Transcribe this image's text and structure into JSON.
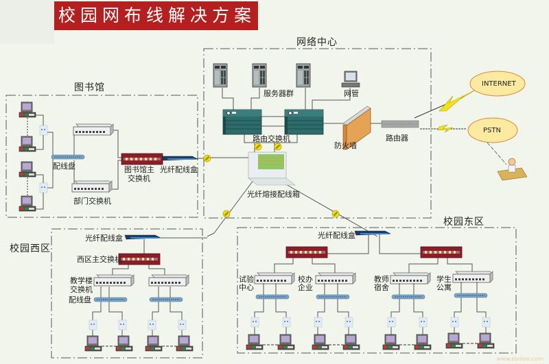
{
  "title": "校园网布线解决方案",
  "zones": {
    "network_center": "网络中心",
    "library": "图书馆",
    "west_campus": "校园西区",
    "east_campus": "校园东区"
  },
  "network_center": {
    "server_group": "服务器群",
    "net_mgmt": "网管",
    "route_switch": "路由交换机",
    "firewall": "防火墙",
    "router": "路由器",
    "fiber_splice_box": "光纤熔接配线箱"
  },
  "external": {
    "internet": "INTERNET",
    "pstn": "PSTN"
  },
  "library": {
    "patch_panel": "配线盘",
    "dept_switch": "部门交换机",
    "main_switch_line1": "图书馆主",
    "main_switch_line2": "交换机",
    "fiber_box": "光纤配线盒"
  },
  "west": {
    "fiber_box": "光纤配线盒",
    "main_switch": "西区主交换机",
    "teaching_line1": "教学楼",
    "teaching_line2": "交换机",
    "patch_panel": "配线盘"
  },
  "east": {
    "fiber_box": "光纤配线盒",
    "lab_line1": "试验",
    "lab_line2": "中心",
    "enterprise_line1": "校办",
    "enterprise_line2": "企业",
    "teacher_line1": "教师",
    "teacher_line2": "宿舍",
    "student_line1": "学生",
    "student_line2": "公寓"
  },
  "watermark": "www.ebdoor.com",
  "colors": {
    "title_bg": "#b3201f",
    "core_switch": "#2e6b6b",
    "main_switch": "#8a1e2a",
    "cloud": "#fbeaa0",
    "lightning": "#f2e21b"
  }
}
